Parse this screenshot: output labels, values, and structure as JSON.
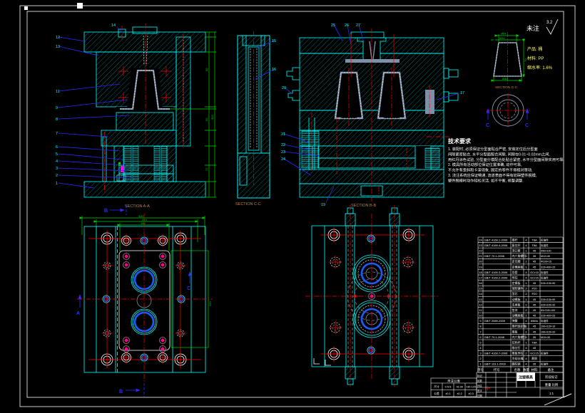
{
  "annotation": {
    "unspecified": "未注",
    "roughness": "3.2"
  },
  "product": {
    "lines": [
      "产品: 桶",
      "材料: PP",
      "缩水率: 1.6%"
    ]
  },
  "tech_requirements": {
    "title": "技术要求",
    "lines": [
      "1. 装配时, 必须保证分型面贴合严密, 安装定位后分型面",
      "间隙紧密贴合, 水平分型面配合间隙, 间隙在0.01~0.02mm之间,",
      "用红丹涂色试验, 分型面分模配合处贴合紧密, 水平分型面间隙实用可靠.",
      "2. 模具所有活动部位保证位置准确, 动作可靠,",
      "不允许有歪斜和卡滞现象, 固定的零件不得相对窜动.",
      "3. 浇注系统应保证畅通, 流道表面不得有妨碍塑件脱模,",
      "塑件脱模时动作轻松灵活, 如不平衡, 修整调整."
    ]
  },
  "view_labels": {
    "aa": "SECTION A-A",
    "bb": "SECTION B-B",
    "cc": "SECTION C-C",
    "detail": "SECTION C-C"
  },
  "section_arrows": {
    "a": "A",
    "b": "B",
    "c": "C"
  },
  "balloons": {
    "aa_left": [
      "12",
      "13",
      "11",
      "9",
      "8",
      "7",
      "6",
      "5",
      "4",
      "3",
      "2",
      "1"
    ],
    "aa_top": "14",
    "cc_right": [
      "15",
      "16"
    ],
    "mid": [
      "20",
      "21",
      "22",
      "23",
      "24"
    ],
    "bb_top": [
      "25",
      "26",
      "27"
    ],
    "bb_right": "17",
    "bb_bottom": "19"
  },
  "dims": {
    "aa_right": [
      "90",
      "50",
      "72",
      "315"
    ],
    "plan_top": [
      "400",
      "310",
      "150"
    ],
    "plan_right": "250",
    "detail_top1": "Ø64",
    "detail_top2": "Ø58",
    "detail_right": "70",
    "detail_bottom": "Ø48"
  },
  "bom": {
    "headers": [
      "序号",
      "代号",
      "名称",
      "数量",
      "材料",
      "备注"
    ],
    "rows": [
      [
        "24",
        "GB/T 4169.1-2006",
        "推杆",
        "4",
        "T8A",
        "标准件"
      ],
      [
        "23",
        "GB/T 4169.4-2006",
        "复位杆",
        "4",
        "T8A",
        "标准件"
      ],
      [
        "22",
        "",
        "浇口套",
        "1",
        "45",
        "S50×100"
      ],
      [
        "21",
        "GB/T 70.1-2008",
        "内六角螺钉",
        "6",
        "35",
        "M12×40"
      ],
      [
        "20",
        "",
        "定位圈",
        "1",
        "45",
        "Φ100×15"
      ],
      [
        "19",
        "",
        "定模座板",
        "1",
        "45",
        "315×400×25"
      ],
      [
        "18",
        "GB/T 4169.3-2006",
        "导套",
        "4",
        "GCr15",
        "标准件"
      ],
      [
        "17",
        "GB/T 4169.2-2006",
        "导柱",
        "4",
        "GCr15",
        "标准件"
      ],
      [
        "16",
        "",
        "定模板",
        "1",
        "45",
        "315×315×90"
      ],
      [
        "15",
        "",
        "型腔镶件",
        "2",
        "P20",
        ""
      ],
      [
        "14",
        "",
        "型芯",
        "2",
        "P20",
        ""
      ],
      [
        "13",
        "",
        "动模板",
        "1",
        "45",
        "315×315×90"
      ],
      [
        "12",
        "",
        "支承板",
        "1",
        "45",
        "315×315×32"
      ],
      [
        "11",
        "",
        "垫块",
        "2",
        "45",
        "63×315×100"
      ],
      [
        "10",
        "",
        "动模座板",
        "1",
        "45",
        "315×400×25"
      ],
      [
        "9",
        "GB/T 2089-2009",
        "弹簧",
        "4",
        "65Mn",
        "标准件"
      ],
      [
        "8",
        "",
        "推杆固定板",
        "1",
        "45",
        "190×315×16"
      ],
      [
        "7",
        "",
        "推板",
        "1",
        "45",
        "190×315×20"
      ],
      [
        "6",
        "GB/T 70.1-2008",
        "内六角螺钉",
        "4",
        "35",
        "M10×30"
      ],
      [
        "5",
        "",
        "拉料杆",
        "1",
        "T8A",
        ""
      ],
      [
        "4",
        "",
        "限位钉",
        "4",
        "45",
        ""
      ],
      [
        "3",
        "GB/T 4169.7-2006",
        "推板导柱",
        "2",
        "GCr15",
        "标准件"
      ],
      [
        "2",
        "",
        "冷却水嘴",
        "4",
        "黄铜",
        ""
      ],
      [
        "1",
        "GB/T 119.1-2000",
        "圆柱销",
        "4",
        "35",
        "标准件"
      ]
    ]
  },
  "title_block": {
    "name": "注塑模具",
    "right_cells": [
      "阶段标记",
      "重量 比例",
      "1:1"
    ],
    "left_rows": [
      "标记",
      "处数",
      "分区",
      "签字",
      "日期"
    ]
  },
  "tolerance": {
    "title": "未注公差",
    "cells": [
      [
        "尺寸",
        "0.5-6",
        ">6-30",
        ">30-120"
      ],
      [
        "公差",
        "±0.1",
        "±0.2",
        "±0.3"
      ]
    ]
  }
}
